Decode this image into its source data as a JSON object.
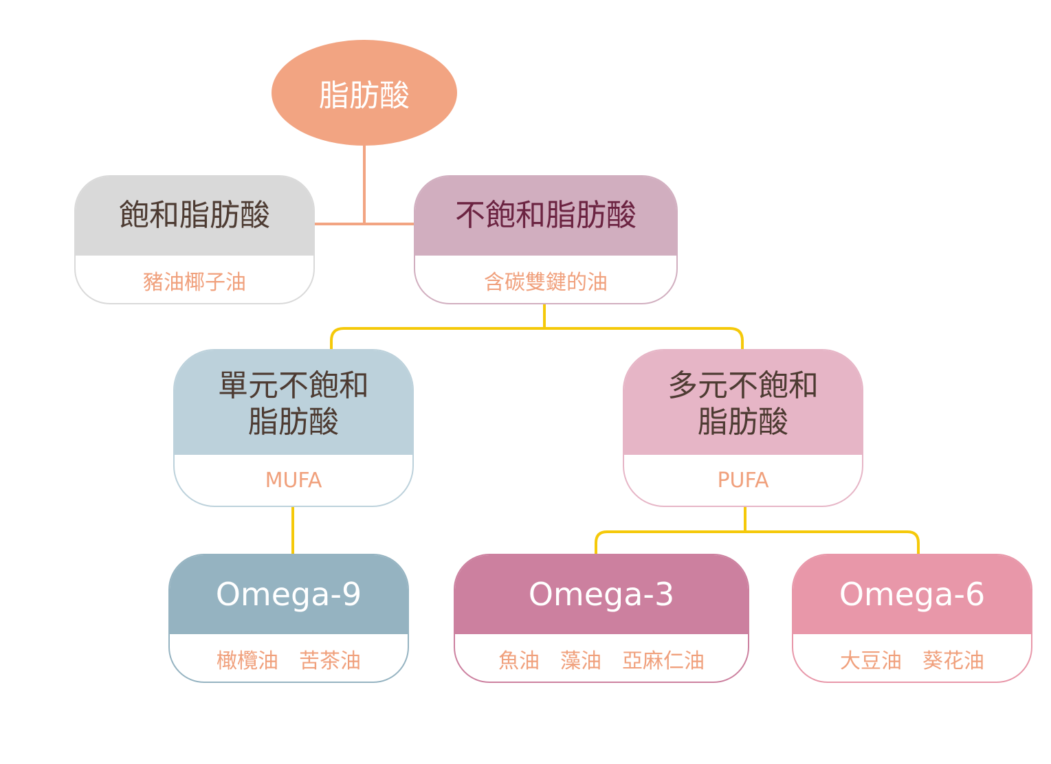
{
  "colors": {
    "root": "#f2a482",
    "saturated": "#d9d9d9",
    "unsaturated": "#d1aebf",
    "mufa": "#bcd1db",
    "pufa": "#e6b5c6",
    "omega9": "#95b3c1",
    "omega3": "#cc809f",
    "omega6": "#e897a9",
    "connector_root": "#f2a482",
    "connector_lower": "#f5c90a",
    "dark_text": "#4d3b32",
    "plum_text": "#6b2341",
    "sub_text": "#f0a07c"
  },
  "root": {
    "label": "脂肪酸"
  },
  "saturated": {
    "title": "飽和脂肪酸",
    "examples": "豬油椰子油"
  },
  "unsaturated": {
    "title": "不飽和脂肪酸",
    "examples": "含碳雙鍵的油"
  },
  "mufa": {
    "title_line1": "單元不飽和",
    "title_line2": "脂肪酸",
    "abbr": "MUFA"
  },
  "pufa": {
    "title_line1": "多元不飽和",
    "title_line2": "脂肪酸",
    "abbr": "PUFA"
  },
  "omega9": {
    "title": "Omega-9",
    "examples": "橄欖油　苦茶油"
  },
  "omega3": {
    "title": "Omega-3",
    "examples": "魚油　藻油　亞麻仁油"
  },
  "omega6": {
    "title": "Omega-6",
    "examples": "大豆油　葵花油"
  }
}
